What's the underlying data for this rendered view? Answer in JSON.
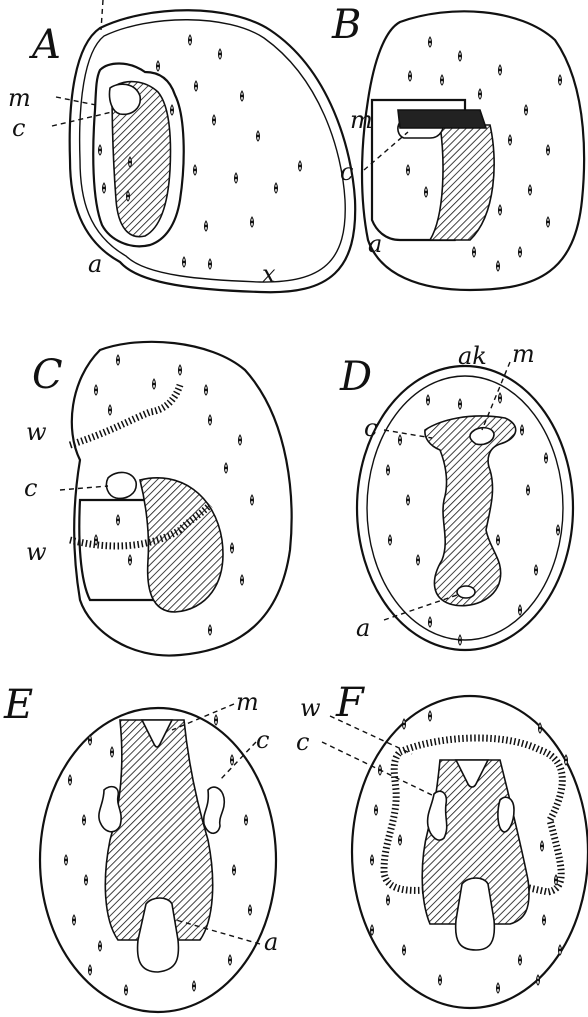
{
  "panels": [
    {
      "id": "A",
      "label": "A",
      "annotations": [
        "m",
        "c",
        "a",
        "x"
      ]
    },
    {
      "id": "B",
      "label": "B",
      "annotations": [
        "m",
        "c",
        "a"
      ]
    },
    {
      "id": "C",
      "label": "C",
      "annotations": [
        "w",
        "c",
        "w"
      ]
    },
    {
      "id": "D",
      "label": "D",
      "annotations": [
        "ak",
        "m",
        "c",
        "a"
      ]
    },
    {
      "id": "E",
      "label": "E",
      "annotations": [
        "m",
        "c",
        "a"
      ]
    },
    {
      "id": "F",
      "label": "F",
      "annotations": [
        "w",
        "c"
      ]
    }
  ]
}
